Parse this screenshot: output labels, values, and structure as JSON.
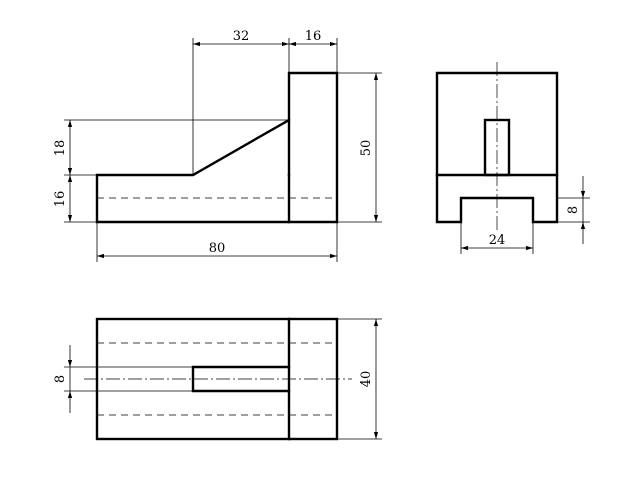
{
  "dimensions": {
    "front": {
      "top_width": "32",
      "top_right": "16",
      "left_upper": "18",
      "left_lower": "16",
      "right_height": "50",
      "bottom_width": "80"
    },
    "side": {
      "slot_width": "24",
      "slot_depth": "8"
    },
    "top": {
      "left_slot": "8",
      "right_depth": "40"
    }
  }
}
